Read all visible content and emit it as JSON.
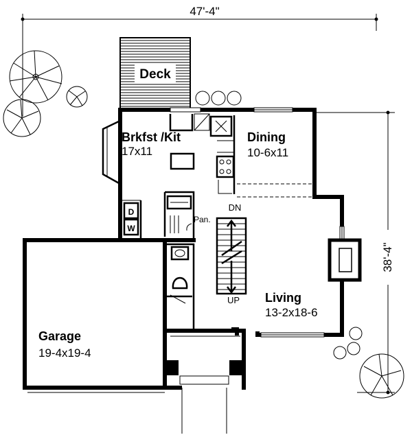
{
  "dimensions": {
    "width_label": "47'-4\"",
    "depth_label": "38'-4\""
  },
  "rooms": {
    "deck": {
      "name": "Deck"
    },
    "kitchen": {
      "name": "Brkfst /Kit",
      "size": "17x11"
    },
    "dining": {
      "name": "Dining",
      "size": "10-6x11"
    },
    "living": {
      "name": "Living",
      "size": "13-2x18-6"
    },
    "garage": {
      "name": "Garage",
      "size": "19-4x19-4"
    }
  },
  "labels": {
    "dn": "DN",
    "up": "UP",
    "pantry": "Pan.",
    "dryer": "D",
    "washer": "W"
  }
}
